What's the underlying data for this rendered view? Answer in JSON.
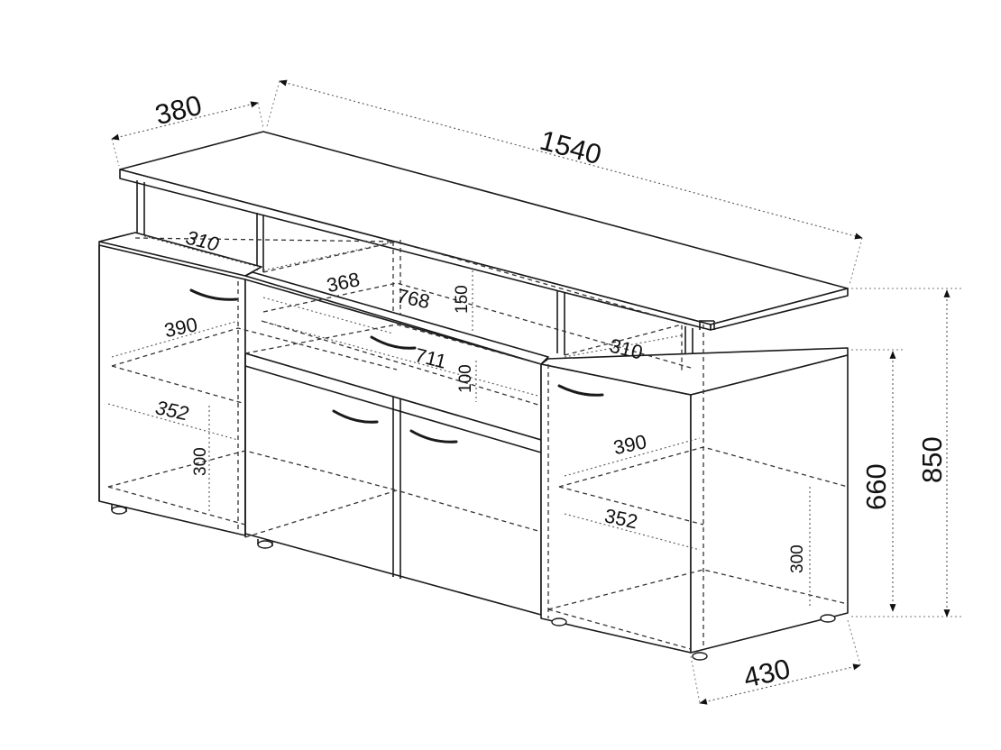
{
  "dimensions": {
    "depth_top": "380",
    "width_total": "1540",
    "height_total": "850",
    "height_body": "660",
    "depth_body": "430",
    "top_shelf_left": "310",
    "top_shelf_right": "310",
    "niche_depth": "368",
    "niche_width": "768",
    "niche_height": "150",
    "drawer_width": "711",
    "drawer_height": "100",
    "left_shelf_width": "390",
    "left_shelf_depth": "352",
    "left_shelf_height": "300",
    "right_shelf_width": "390",
    "right_shelf_depth": "352",
    "right_shelf_height": "300"
  }
}
